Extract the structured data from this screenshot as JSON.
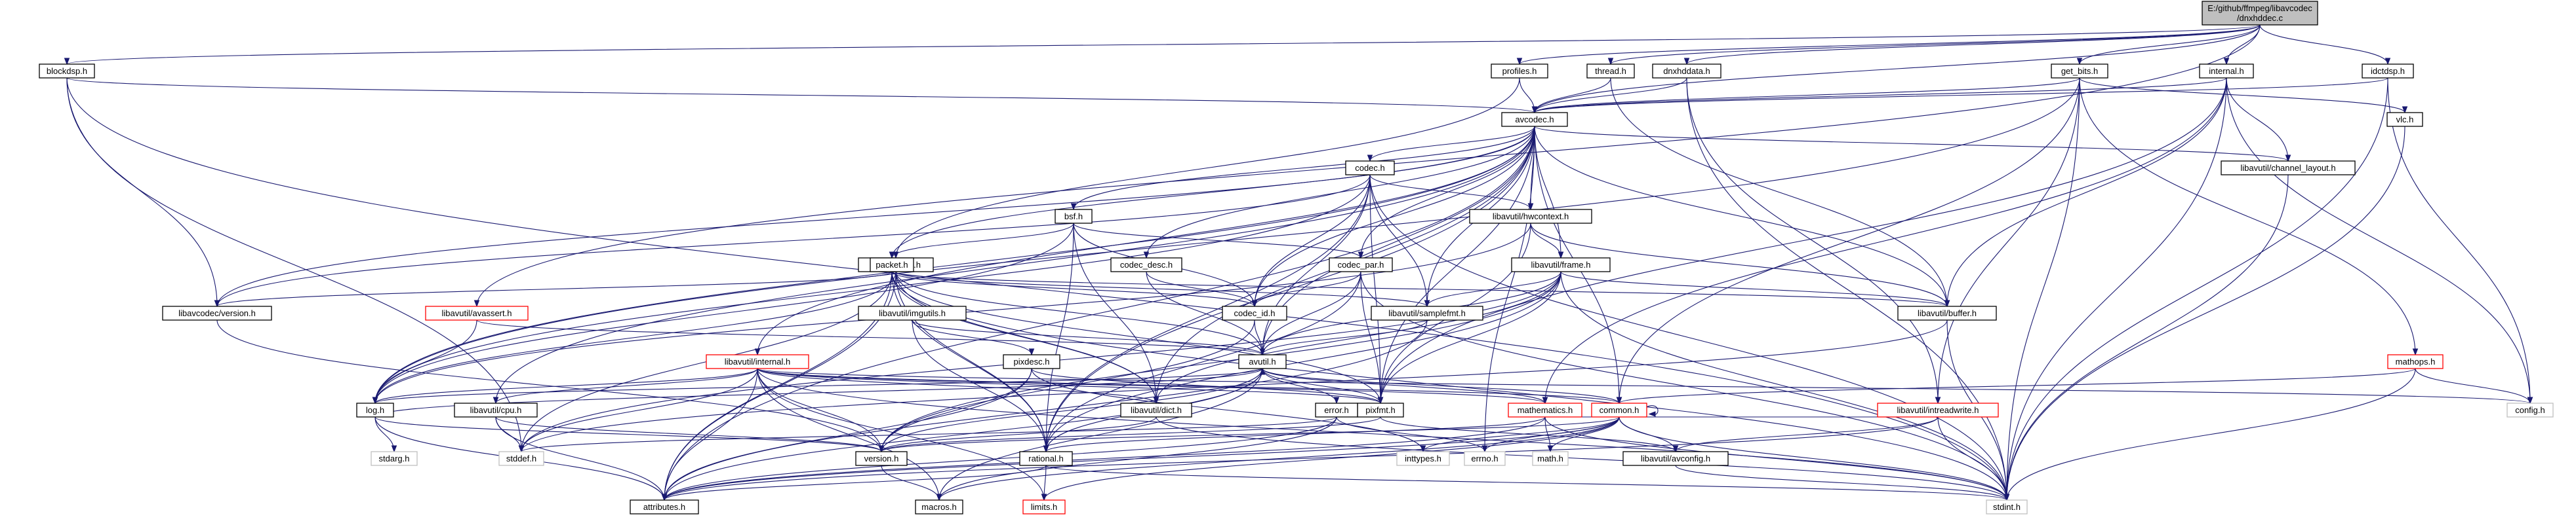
{
  "graph": {
    "nodes": [
      {
        "id": "root",
        "label": [
          "E:/github/ffmpeg/libavcodec",
          "/dnxhddec.c"
        ],
        "style": "root"
      },
      {
        "id": "blockdsp",
        "label": [
          "blockdsp.h"
        ],
        "style": "normal"
      },
      {
        "id": "profiles",
        "label": [
          "profiles.h"
        ],
        "style": "normal"
      },
      {
        "id": "thread",
        "label": [
          "thread.h"
        ],
        "style": "normal"
      },
      {
        "id": "dnxhddata",
        "label": [
          "dnxhddata.h"
        ],
        "style": "normal"
      },
      {
        "id": "get_bits",
        "label": [
          "get_bits.h"
        ],
        "style": "normal"
      },
      {
        "id": "internal",
        "label": [
          "internal.h"
        ],
        "style": "normal"
      },
      {
        "id": "idctdsp",
        "label": [
          "idctdsp.h"
        ],
        "style": "normal"
      },
      {
        "id": "avcodec",
        "label": [
          "avcodec.h"
        ],
        "style": "normal"
      },
      {
        "id": "vlc",
        "label": [
          "vlc.h"
        ],
        "style": "normal"
      },
      {
        "id": "channel_layout",
        "label": [
          "libavutil/channel_layout.h"
        ],
        "style": "normal"
      },
      {
        "id": "codec",
        "label": [
          "codec.h"
        ],
        "style": "normal"
      },
      {
        "id": "bsf",
        "label": [
          "bsf.h"
        ],
        "style": "normal"
      },
      {
        "id": "hwcontext",
        "label": [
          "libavutil/hwcontext.h"
        ],
        "style": "normal"
      },
      {
        "id": "opt",
        "label": [
          "libavutil/opt.h"
        ],
        "style": "normal"
      },
      {
        "id": "codec_desc",
        "label": [
          "codec_desc.h"
        ],
        "style": "normal"
      },
      {
        "id": "codec_par",
        "label": [
          "codec_par.h"
        ],
        "style": "normal"
      },
      {
        "id": "frame",
        "label": [
          "libavutil/frame.h"
        ],
        "style": "normal"
      },
      {
        "id": "packet",
        "label": [
          "packet.h"
        ],
        "style": "normal"
      },
      {
        "id": "avassert",
        "label": [
          "libavutil/avassert.h"
        ],
        "style": "red"
      },
      {
        "id": "imgutils",
        "label": [
          "libavutil/imgutils.h"
        ],
        "style": "normal"
      },
      {
        "id": "codec_id",
        "label": [
          "codec_id.h"
        ],
        "style": "normal"
      },
      {
        "id": "samplefmt",
        "label": [
          "libavutil/samplefmt.h"
        ],
        "style": "normal"
      },
      {
        "id": "buffer",
        "label": [
          "libavutil/buffer.h"
        ],
        "style": "normal"
      },
      {
        "id": "avcodec_version",
        "label": [
          "libavcodec/version.h"
        ],
        "style": "normal"
      },
      {
        "id": "pixdesc",
        "label": [
          "pixdesc.h"
        ],
        "style": "normal"
      },
      {
        "id": "avutil",
        "label": [
          "avutil.h"
        ],
        "style": "normal"
      },
      {
        "id": "lavu_internal",
        "label": [
          "libavutil/internal.h"
        ],
        "style": "red"
      },
      {
        "id": "mathops",
        "label": [
          "mathops.h"
        ],
        "style": "red"
      },
      {
        "id": "log",
        "label": [
          "log.h"
        ],
        "style": "normal"
      },
      {
        "id": "cpu",
        "label": [
          "libavutil/cpu.h"
        ],
        "style": "normal"
      },
      {
        "id": "dict",
        "label": [
          "libavutil/dict.h"
        ],
        "style": "normal"
      },
      {
        "id": "pixfmt",
        "label": [
          "pixfmt.h"
        ],
        "style": "normal"
      },
      {
        "id": "error",
        "label": [
          "error.h"
        ],
        "style": "normal"
      },
      {
        "id": "mathematics",
        "label": [
          "mathematics.h"
        ],
        "style": "red"
      },
      {
        "id": "common",
        "label": [
          "common.h"
        ],
        "style": "red"
      },
      {
        "id": "intreadwrite",
        "label": [
          "libavutil/intreadwrite.h"
        ],
        "style": "red"
      },
      {
        "id": "config",
        "label": [
          "config.h"
        ],
        "style": "gray"
      },
      {
        "id": "stdarg",
        "label": [
          "stdarg.h"
        ],
        "style": "gray"
      },
      {
        "id": "stddef",
        "label": [
          "stddef.h"
        ],
        "style": "gray"
      },
      {
        "id": "version",
        "label": [
          "version.h"
        ],
        "style": "normal"
      },
      {
        "id": "rational",
        "label": [
          "rational.h"
        ],
        "style": "normal"
      },
      {
        "id": "inttypes",
        "label": [
          "inttypes.h"
        ],
        "style": "gray"
      },
      {
        "id": "errno",
        "label": [
          "errno.h"
        ],
        "style": "gray"
      },
      {
        "id": "math",
        "label": [
          "math.h"
        ],
        "style": "gray"
      },
      {
        "id": "avconfig",
        "label": [
          "libavutil/avconfig.h"
        ],
        "style": "normal"
      },
      {
        "id": "attributes",
        "label": [
          "attributes.h"
        ],
        "style": "normal"
      },
      {
        "id": "macros",
        "label": [
          "macros.h"
        ],
        "style": "normal"
      },
      {
        "id": "limits",
        "label": [
          "limits.h"
        ],
        "style": "red"
      },
      {
        "id": "stdint",
        "label": [
          "stdint.h"
        ],
        "style": "gray"
      }
    ],
    "edges": [
      [
        "root",
        "blockdsp"
      ],
      [
        "root",
        "profiles"
      ],
      [
        "root",
        "thread"
      ],
      [
        "root",
        "dnxhddata"
      ],
      [
        "root",
        "get_bits"
      ],
      [
        "root",
        "internal"
      ],
      [
        "root",
        "idctdsp"
      ],
      [
        "root",
        "avcodec"
      ],
      [
        "root",
        "avassert"
      ],
      [
        "blockdsp",
        "avcodec"
      ],
      [
        "blockdsp",
        "avcodec_version"
      ],
      [
        "blockdsp",
        "stdint"
      ],
      [
        "blockdsp",
        "stddef"
      ],
      [
        "profiles",
        "avcodec"
      ],
      [
        "profiles",
        "opt"
      ],
      [
        "thread",
        "avcodec"
      ],
      [
        "thread",
        "buffer"
      ],
      [
        "dnxhddata",
        "avcodec"
      ],
      [
        "dnxhddata",
        "intreadwrite"
      ],
      [
        "dnxhddata",
        "stdint"
      ],
      [
        "get_bits",
        "avcodec"
      ],
      [
        "get_bits",
        "vlc"
      ],
      [
        "get_bits",
        "mathops"
      ],
      [
        "get_bits",
        "common"
      ],
      [
        "get_bits",
        "intreadwrite"
      ],
      [
        "get_bits",
        "log"
      ],
      [
        "get_bits",
        "stdint"
      ],
      [
        "internal",
        "avcodec"
      ],
      [
        "internal",
        "channel_layout"
      ],
      [
        "internal",
        "buffer"
      ],
      [
        "internal",
        "mathematics"
      ],
      [
        "internal",
        "pixfmt"
      ],
      [
        "internal",
        "config"
      ],
      [
        "internal",
        "stdint"
      ],
      [
        "idctdsp",
        "avcodec"
      ],
      [
        "idctdsp",
        "config"
      ],
      [
        "idctdsp",
        "stdint"
      ],
      [
        "vlc",
        "stdint"
      ],
      [
        "channel_layout",
        "stdint"
      ],
      [
        "mathops",
        "common"
      ],
      [
        "mathops",
        "config"
      ],
      [
        "mathops",
        "stdint"
      ],
      [
        "avcodec",
        "codec"
      ],
      [
        "avcodec",
        "bsf"
      ],
      [
        "avcodec",
        "hwcontext"
      ],
      [
        "avcodec",
        "codec_desc"
      ],
      [
        "avcodec",
        "codec_par"
      ],
      [
        "avcodec",
        "frame"
      ],
      [
        "avcodec",
        "packet"
      ],
      [
        "avcodec",
        "codec_id"
      ],
      [
        "avcodec",
        "samplefmt"
      ],
      [
        "avcodec",
        "buffer"
      ],
      [
        "avcodec",
        "avcodec_version"
      ],
      [
        "avcodec",
        "avutil"
      ],
      [
        "avcodec",
        "lavu_internal"
      ],
      [
        "avcodec",
        "log"
      ],
      [
        "avcodec",
        "cpu"
      ],
      [
        "avcodec",
        "dict"
      ],
      [
        "avcodec",
        "pixfmt"
      ],
      [
        "avcodec",
        "rational"
      ],
      [
        "avcodec",
        "attributes"
      ],
      [
        "avcodec",
        "channel_layout"
      ],
      [
        "avcodec",
        "errno"
      ],
      [
        "avcodec",
        "common"
      ],
      [
        "codec",
        "codec_id"
      ],
      [
        "codec",
        "avutil"
      ],
      [
        "codec",
        "hwcontext"
      ],
      [
        "codec",
        "log"
      ],
      [
        "codec",
        "pixfmt"
      ],
      [
        "codec",
        "rational"
      ],
      [
        "codec",
        "samplefmt"
      ],
      [
        "codec",
        "avcodec_version"
      ],
      [
        "codec",
        "stdint"
      ],
      [
        "bsf",
        "codec_id"
      ],
      [
        "bsf",
        "codec_par"
      ],
      [
        "bsf",
        "packet"
      ],
      [
        "bsf",
        "dict"
      ],
      [
        "bsf",
        "log"
      ],
      [
        "bsf",
        "rational"
      ],
      [
        "hwcontext",
        "buffer"
      ],
      [
        "hwcontext",
        "frame"
      ],
      [
        "hwcontext",
        "log"
      ],
      [
        "hwcontext",
        "pixfmt"
      ],
      [
        "opt",
        "rational"
      ],
      [
        "opt",
        "avutil"
      ],
      [
        "opt",
        "dict"
      ],
      [
        "opt",
        "log"
      ],
      [
        "opt",
        "pixfmt"
      ],
      [
        "opt",
        "samplefmt"
      ],
      [
        "opt",
        "attributes"
      ],
      [
        "codec_desc",
        "avutil"
      ],
      [
        "codec_desc",
        "codec_id"
      ],
      [
        "codec_par",
        "avutil"
      ],
      [
        "codec_par",
        "codec_id"
      ],
      [
        "codec_par",
        "pixfmt"
      ],
      [
        "codec_par",
        "rational"
      ],
      [
        "codec_par",
        "stdint"
      ],
      [
        "frame",
        "avutil"
      ],
      [
        "frame",
        "buffer"
      ],
      [
        "frame",
        "dict"
      ],
      [
        "frame",
        "rational"
      ],
      [
        "frame",
        "samplefmt"
      ],
      [
        "frame",
        "pixfmt"
      ],
      [
        "frame",
        "version"
      ],
      [
        "frame",
        "stddef"
      ],
      [
        "frame",
        "stdint"
      ],
      [
        "packet",
        "attributes"
      ],
      [
        "packet",
        "buffer"
      ],
      [
        "packet",
        "dict"
      ],
      [
        "packet",
        "rational"
      ],
      [
        "packet",
        "codec_id"
      ],
      [
        "packet",
        "avcodec_version"
      ],
      [
        "packet",
        "stddef"
      ],
      [
        "packet",
        "stdint"
      ],
      [
        "avassert",
        "log"
      ],
      [
        "avassert",
        "avutil"
      ],
      [
        "imgutils",
        "avutil"
      ],
      [
        "imgutils",
        "pixdesc"
      ],
      [
        "imgutils",
        "rational"
      ],
      [
        "codec_id",
        "avutil"
      ],
      [
        "codec_id",
        "version"
      ],
      [
        "samplefmt",
        "avutil"
      ],
      [
        "samplefmt",
        "attributes"
      ],
      [
        "buffer",
        "stdint"
      ],
      [
        "buffer",
        "stddef"
      ],
      [
        "avcodec_version",
        "version"
      ],
      [
        "pixdesc",
        "attributes"
      ],
      [
        "pixdesc",
        "pixfmt"
      ],
      [
        "pixdesc",
        "version"
      ],
      [
        "pixdesc",
        "inttypes"
      ],
      [
        "avutil",
        "common"
      ],
      [
        "avutil",
        "error"
      ],
      [
        "avutil",
        "version"
      ],
      [
        "avutil",
        "macros"
      ],
      [
        "avutil",
        "mathematics"
      ],
      [
        "avutil",
        "rational"
      ],
      [
        "avutil",
        "log"
      ],
      [
        "avutil",
        "pixfmt"
      ],
      [
        "avutil",
        "attributes"
      ],
      [
        "lavu_internal",
        "config"
      ],
      [
        "lavu_internal",
        "attributes"
      ],
      [
        "lavu_internal",
        "cpu"
      ],
      [
        "lavu_internal",
        "dict"
      ],
      [
        "lavu_internal",
        "macros"
      ],
      [
        "lavu_internal",
        "mathematics"
      ],
      [
        "lavu_internal",
        "pixfmt"
      ],
      [
        "lavu_internal",
        "version"
      ],
      [
        "lavu_internal",
        "limits"
      ],
      [
        "lavu_internal",
        "stdint"
      ],
      [
        "lavu_internal",
        "stddef"
      ],
      [
        "lavu_internal",
        "log"
      ],
      [
        "lavu_internal",
        "common"
      ],
      [
        "log",
        "avutil"
      ],
      [
        "log",
        "attributes"
      ],
      [
        "log",
        "version"
      ],
      [
        "log",
        "stdarg"
      ],
      [
        "cpu",
        "attributes"
      ],
      [
        "cpu",
        "version"
      ],
      [
        "cpu",
        "stddef"
      ],
      [
        "dict",
        "stdint"
      ],
      [
        "dict",
        "version"
      ],
      [
        "pixfmt",
        "avconfig"
      ],
      [
        "pixfmt",
        "version"
      ],
      [
        "error",
        "attributes"
      ],
      [
        "error",
        "errno"
      ],
      [
        "error",
        "stddef"
      ],
      [
        "error",
        "macros"
      ],
      [
        "mathematics",
        "stdint"
      ],
      [
        "mathematics",
        "math"
      ],
      [
        "mathematics",
        "attributes"
      ],
      [
        "mathematics",
        "rational"
      ],
      [
        "mathematics",
        "intreadwrite"
      ],
      [
        "common",
        "errno"
      ],
      [
        "common",
        "inttypes"
      ],
      [
        "common",
        "limits"
      ],
      [
        "common",
        "math"
      ],
      [
        "common",
        "stdint"
      ],
      [
        "common",
        "attributes"
      ],
      [
        "common",
        "macros"
      ],
      [
        "common",
        "version"
      ],
      [
        "common",
        "avconfig"
      ],
      [
        "common",
        "common"
      ],
      [
        "intreadwrite",
        "avconfig"
      ],
      [
        "intreadwrite",
        "attributes"
      ],
      [
        "intreadwrite",
        "stdint"
      ],
      [
        "version",
        "macros"
      ],
      [
        "rational",
        "stdint"
      ],
      [
        "rational",
        "limits"
      ],
      [
        "rational",
        "attributes"
      ],
      [
        "avconfig",
        "stdint"
      ]
    ]
  }
}
